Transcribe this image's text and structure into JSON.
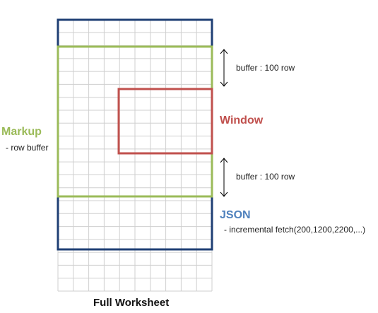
{
  "title": "Full Worksheet",
  "regions": {
    "markup": {
      "label": "Markup",
      "sublabel": "- row buffer"
    },
    "window": {
      "label": "Window"
    },
    "json": {
      "label": "JSON",
      "sublabel": "- incremental fetch(200,1200,2200,...)"
    }
  },
  "buffers": {
    "top": "buffer : 100 row",
    "bottom": "buffer : 100 row"
  },
  "colors": {
    "grid": "#cfcfcf",
    "json": "#1f3f74",
    "markup": "#9bbb59",
    "window": "#c0504d",
    "json_label": "#4f81bd",
    "markup_label": "#9bbb59",
    "window_label": "#c0504d"
  }
}
